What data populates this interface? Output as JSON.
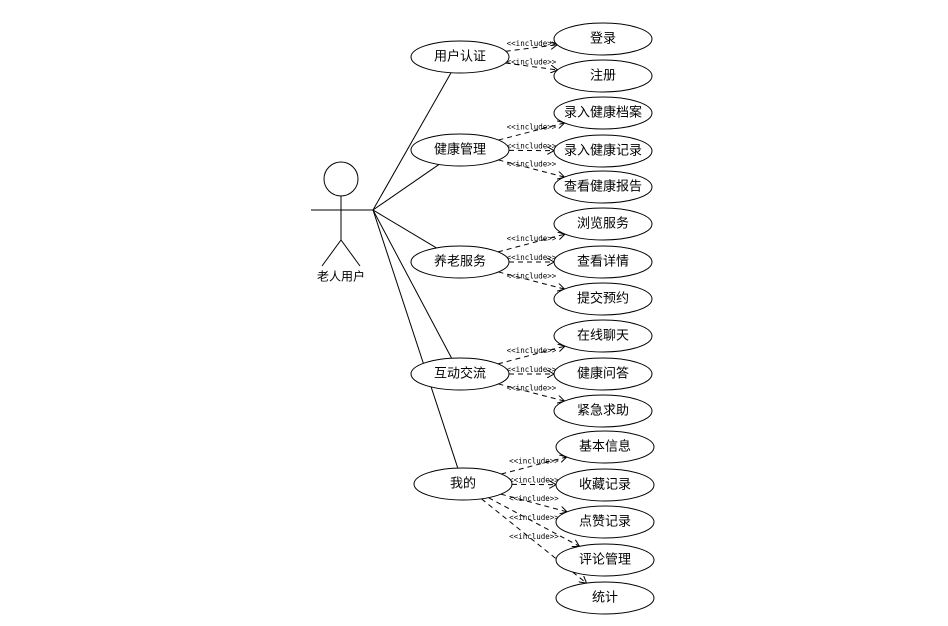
{
  "actor": {
    "label": "老人用户"
  },
  "stereotype": "<<include>>",
  "groups": [
    {
      "label": "用户认证",
      "children": [
        "登录",
        "注册"
      ]
    },
    {
      "label": "健康管理",
      "children": [
        "录入健康档案",
        "录入健康记录",
        "查看健康报告"
      ]
    },
    {
      "label": "养老服务",
      "children": [
        "浏览服务",
        "查看详情",
        "提交预约"
      ]
    },
    {
      "label": "互动交流",
      "children": [
        "在线聊天",
        "健康问答",
        "紧急求助"
      ]
    },
    {
      "label": "我的",
      "children": [
        "基本信息",
        "收藏记录",
        "点赞记录",
        "评论管理",
        "统计"
      ]
    }
  ]
}
